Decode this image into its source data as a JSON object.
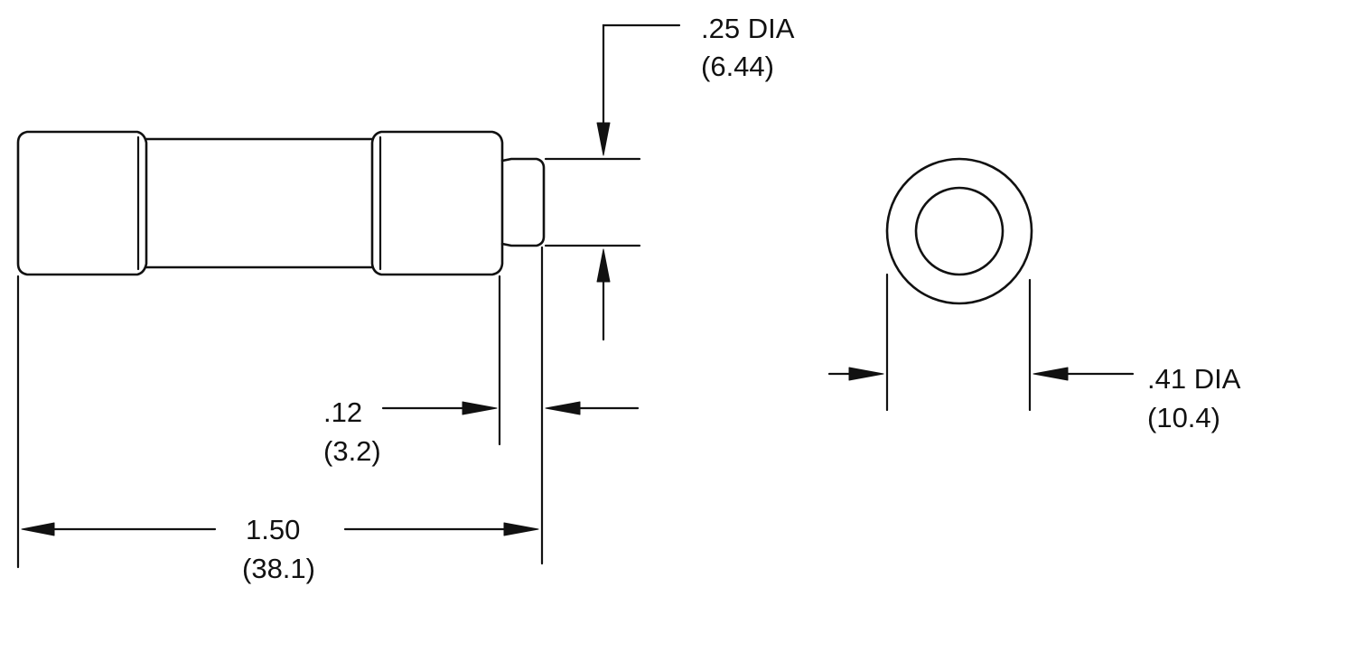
{
  "dimensions": {
    "lead_diameter": {
      "inch": ".25 DIA",
      "mm": "(6.44)"
    },
    "end_offset": {
      "inch": ".12",
      "mm": "(3.2)"
    },
    "overall_length": {
      "inch": "1.50",
      "mm": "(38.1)"
    },
    "body_diameter": {
      "inch": ".41 DIA",
      "mm": "(10.4)"
    }
  },
  "colors": {
    "line": "#111111",
    "background": "#ffffff"
  }
}
